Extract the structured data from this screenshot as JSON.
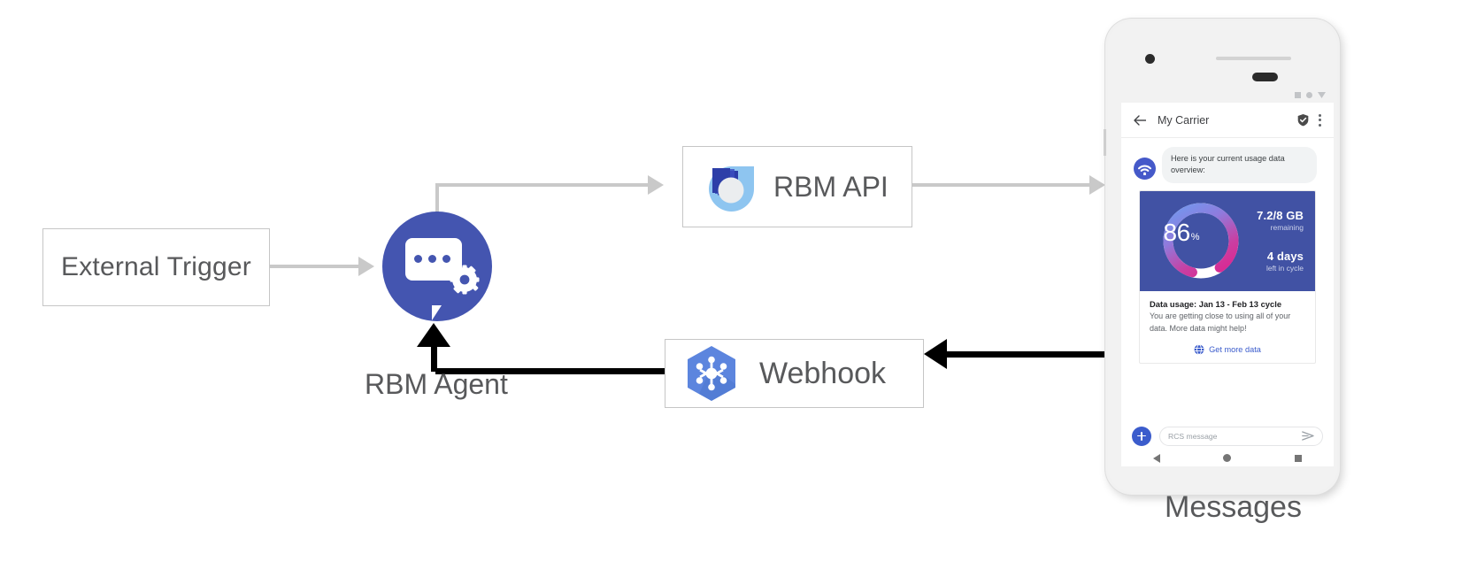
{
  "diagram": {
    "nodes": {
      "external_trigger": {
        "label": "External Trigger"
      },
      "rbm_agent": {
        "label": "RBM Agent",
        "icon": "chat-bubble-gear-icon",
        "color": "#4455b0"
      },
      "rbm_api": {
        "label": "RBM API",
        "icon": "rbm-api-droplet-logo"
      },
      "webhook": {
        "label": "Webhook",
        "icon": "cloud-functions-hexagon-icon"
      },
      "messages": {
        "label": "Messages"
      }
    }
  },
  "phone": {
    "status_bar": {
      "icons": [
        "square-icon",
        "circle-icon",
        "wifi-triangle-icon"
      ]
    },
    "app_bar": {
      "back_icon": "back-arrow-icon",
      "title": "My Carrier",
      "verified_icon": "verified-shield-icon",
      "menu_icon": "overflow-menu-icon"
    },
    "conversation": {
      "avatar_icon": "broadcast-tower-icon",
      "incoming_message": "Here is your current usage data overview:",
      "rich_card": {
        "gauge": {
          "percent": "86",
          "percent_symbol": "%",
          "value": 86,
          "gradient_start": "#6e9bf0",
          "gradient_end": "#e0208c",
          "track": "#ffffff",
          "background": "#4152a4"
        },
        "stats": [
          {
            "value": "7.2/8 GB",
            "label": "remaining"
          },
          {
            "value": "4 days",
            "label": "left in cycle"
          }
        ],
        "title": "Data usage: Jan 13 - Feb 13 cycle",
        "description": "You are getting close to using all of your data. More data might help!",
        "action": {
          "icon": "globe-icon",
          "label": "Get more data",
          "color": "#3b5ccc"
        }
      }
    },
    "composer": {
      "attach_icon": "plus-icon",
      "placeholder": "RCS message",
      "value": "",
      "send_icon": "send-arrow-icon"
    },
    "nav_bar": {
      "back_icon": "nav-back-icon",
      "home_icon": "nav-home-icon",
      "recents_icon": "nav-recents-icon"
    }
  },
  "colors": {
    "accent_blue": "#3b5ccc",
    "agent_indigo": "#4455b0",
    "card_indigo": "#4152a4",
    "line_gray": "#c9c9c9",
    "text_gray": "#58595b"
  }
}
